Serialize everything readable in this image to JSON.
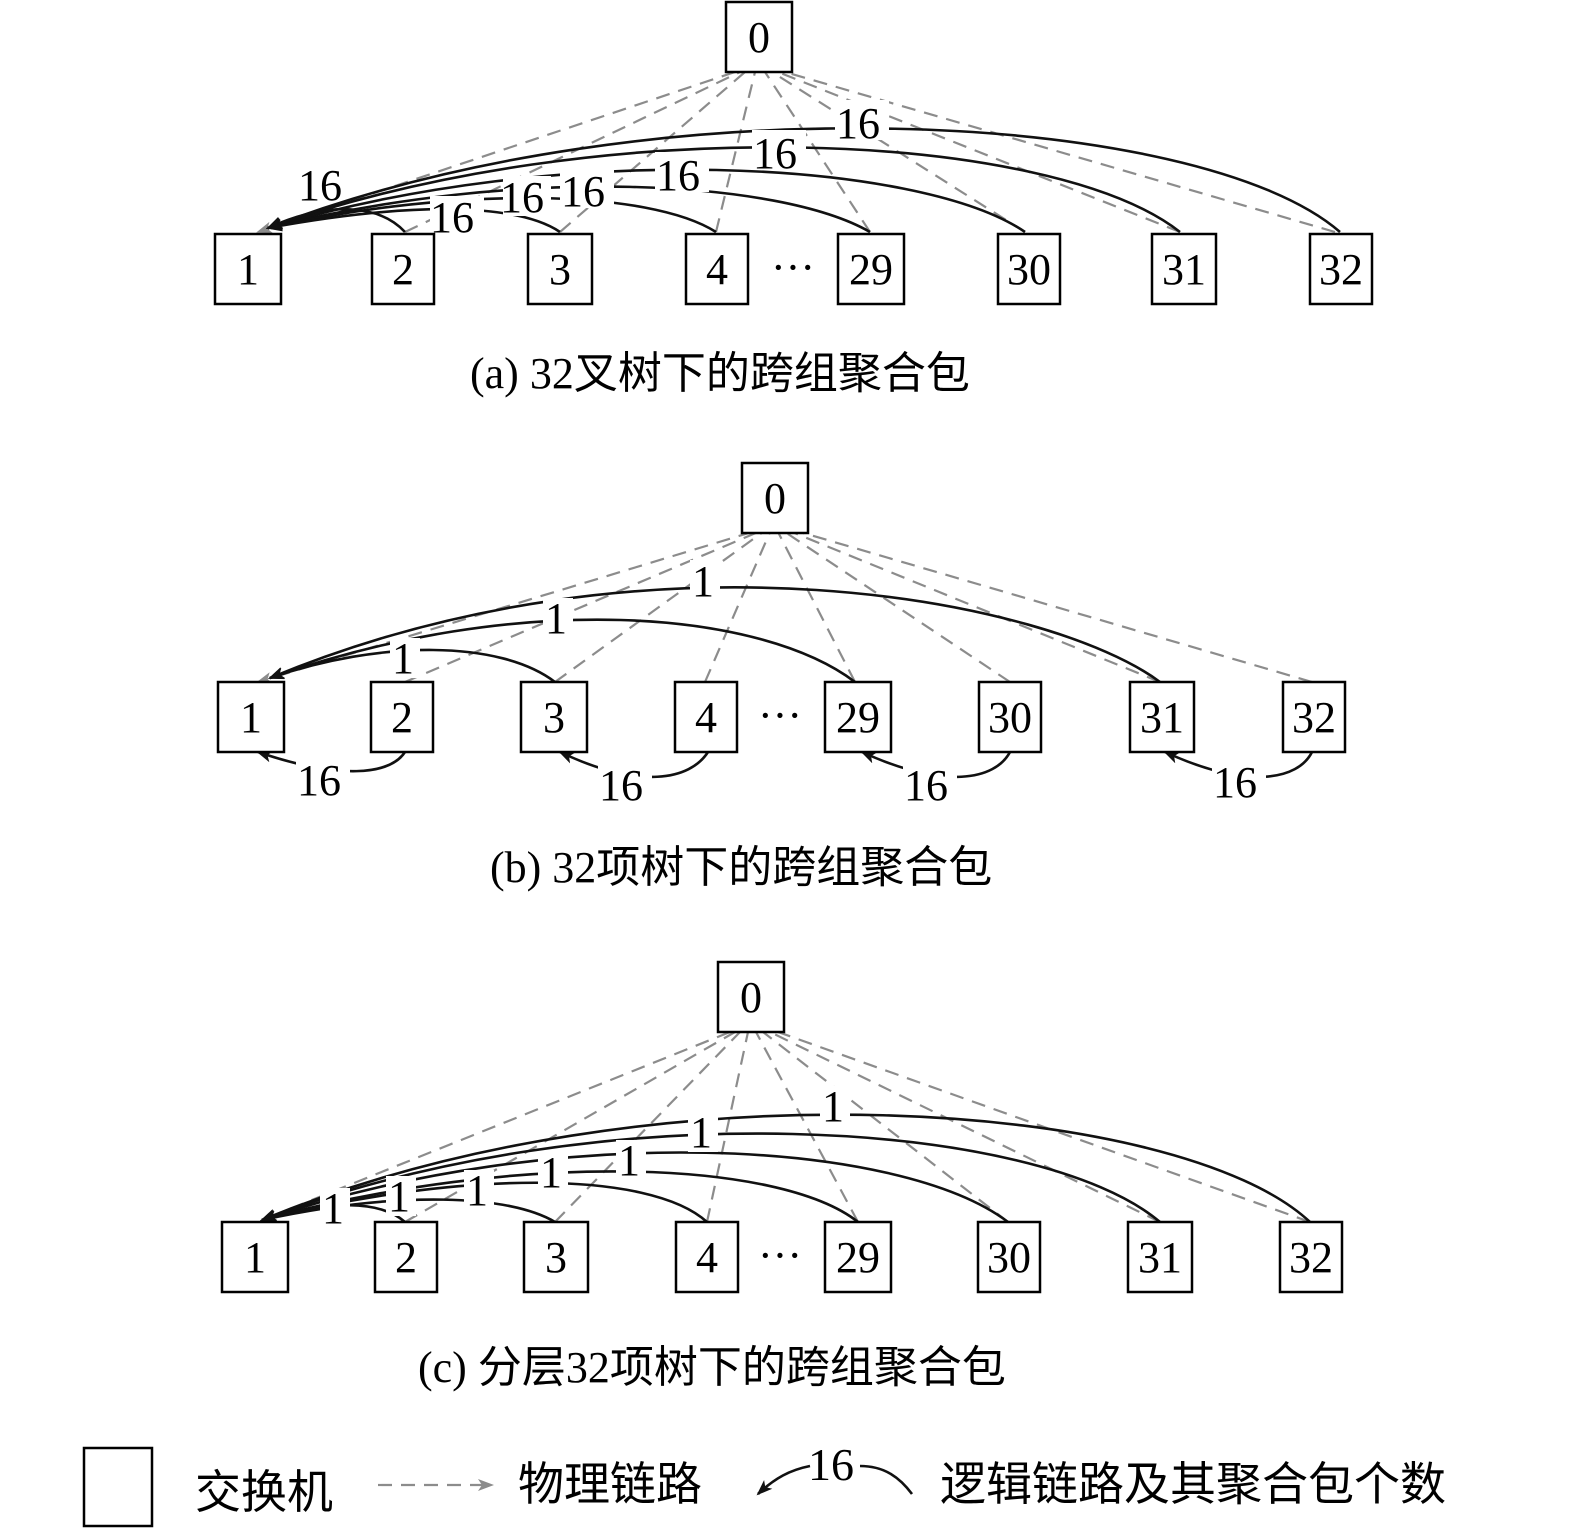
{
  "colors": {
    "physical_link": "#8c8c8c",
    "logical_link": "#111111",
    "node_border": "#000000"
  },
  "panels": [
    {
      "id": "a",
      "caption": "(a)  32叉树下的跨组聚合包",
      "root": "0",
      "nodes": [
        "1",
        "2",
        "3",
        "4",
        "29",
        "30",
        "31",
        "32"
      ],
      "ellipsis": "···",
      "arc_labels": [
        "16",
        "16",
        "16",
        "16",
        "16",
        "16",
        "16"
      ]
    },
    {
      "id": "b",
      "caption": "(b)  32项树下的跨组聚合包",
      "root": "0",
      "nodes": [
        "1",
        "2",
        "3",
        "4",
        "29",
        "30",
        "31",
        "32"
      ],
      "ellipsis": "···",
      "arc_labels": [
        "1",
        "1",
        "1"
      ],
      "bottom_labels": [
        "16",
        "16",
        "16",
        "16"
      ]
    },
    {
      "id": "c",
      "caption": "(c)  分层32项树下的跨组聚合包",
      "root": "0",
      "nodes": [
        "1",
        "2",
        "3",
        "4",
        "29",
        "30",
        "31",
        "32"
      ],
      "ellipsis": "···",
      "arc_labels": [
        "1",
        "1",
        "1",
        "1",
        "1",
        "1",
        "1"
      ]
    }
  ],
  "legend": {
    "switch_label": "交换机",
    "physical_link_label": "物理链路",
    "logical_link_count": "16",
    "logical_link_label": "逻辑链路及其聚合包个数"
  }
}
